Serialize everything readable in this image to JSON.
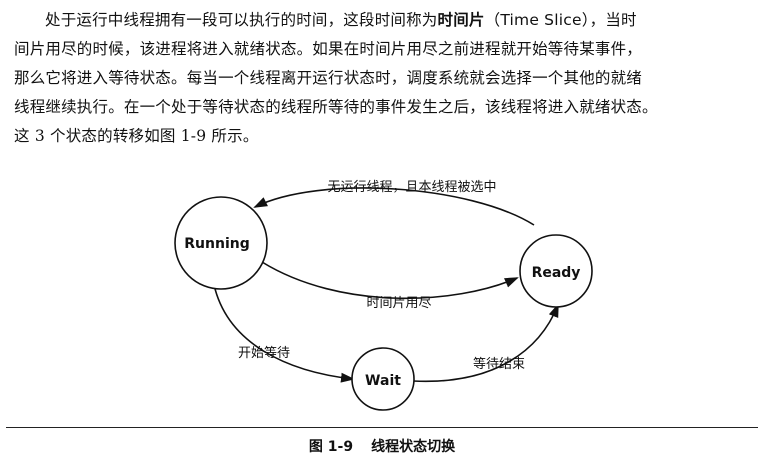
{
  "paragraph": {
    "line1_a": "处于运行中线程拥有一段可以执行的时间，这段时间称为",
    "line1_term": "时间片",
    "line1_term_en": "（Time Slice）",
    "line1_b": "，当时",
    "line2": "间片用尽的时候，该进程将进入就绪状态。如果在时间片用尽之前进程就开始等待某事件，",
    "line3": "那么它将进入等待状态。每当一个线程离开运行状态时，调度系统就会选择一个其他的就绪",
    "line4": "线程继续执行。在一个处于等待状态的线程所等待的事件发生之后，该线程将进入就绪状态。",
    "line5": "这 3 个状态的转移如图 1-9 所示。"
  },
  "diagram": {
    "nodes": {
      "running": "Running",
      "ready": "Ready",
      "wait": "Wait"
    },
    "edges": {
      "ready_to_running": "无运行线程，且本线程被选中",
      "running_to_ready": "时间片用尽",
      "running_to_wait": "开始等待",
      "wait_to_ready": "等待结束"
    }
  },
  "caption": {
    "number": "图 1-9",
    "title": "线程状态切换"
  }
}
